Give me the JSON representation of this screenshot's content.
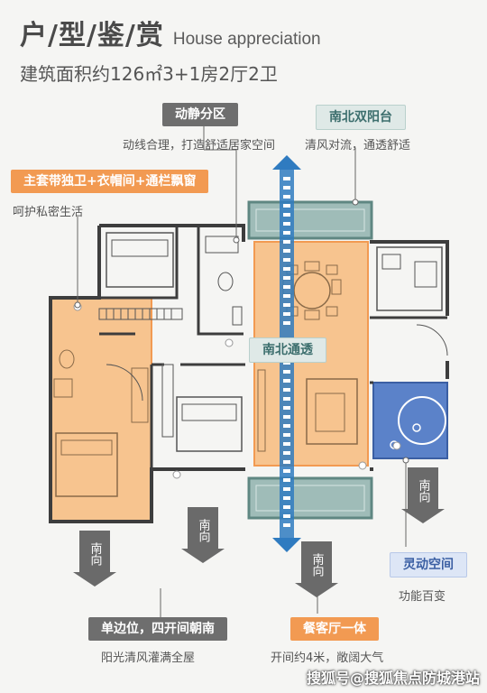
{
  "header": {
    "title_cn": "户/型/鉴/赏",
    "title_en": "House appreciation",
    "subtitle": "建筑面积约126㎡3+1房2厅2卫"
  },
  "labels": {
    "zone_static": "动静分区",
    "zone_static_note": "动线合理，打造舒适居家空间",
    "balcony_ns": "南北双阳台",
    "balcony_ns_note": "清风对流，通透舒适",
    "master_suite": "主套带独卫+衣帽间+通栏飘窗",
    "master_suite_note": "呵护私密生活",
    "ns_through": "南北通透",
    "flex_space": "灵动空间",
    "flex_space_note": "功能百变",
    "end_unit": "单边位，四开间朝南",
    "end_unit_note": "阳光清风灌满全屋",
    "living_dining": "餐客厅一体",
    "living_dining_note": "开间约4米，敞阔大气",
    "south": "南向"
  },
  "colors": {
    "orange": "#f29a52",
    "orange_fill": "#f7c48f",
    "teal_fill": "#9fbcb8",
    "blue_fill": "#5b82c9",
    "gray_tag": "#6e6e6e",
    "arrow_blue": "#2f7bc0"
  },
  "watermark": "搜狐号@搜狐焦点防城港站"
}
